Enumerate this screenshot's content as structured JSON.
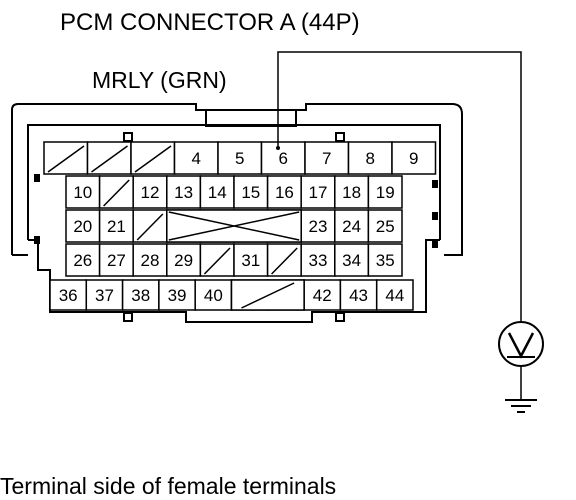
{
  "title": "PCM CONNECTOR A (44P)",
  "wire_label": "MRLY (GRN)",
  "caption": "Terminal side of female terminals",
  "meter_icon": "voltmeter-icon",
  "ground_icon": "ground-icon",
  "probed_terminal": "6",
  "rows": [
    [
      "",
      "",
      "",
      "4",
      "5",
      "6",
      "7",
      "8",
      "9"
    ],
    [
      "10",
      "",
      "12",
      "13",
      "14",
      "15",
      "16",
      "17",
      "18",
      "19"
    ],
    [
      "20",
      "21",
      "",
      "",
      "",
      "",
      "",
      "23",
      "24",
      "25"
    ],
    [
      "26",
      "27",
      "28",
      "29",
      "",
      "31",
      "",
      "33",
      "34",
      "35"
    ],
    [
      "36",
      "37",
      "38",
      "39",
      "40",
      "",
      "",
      "42",
      "43",
      "44"
    ]
  ]
}
